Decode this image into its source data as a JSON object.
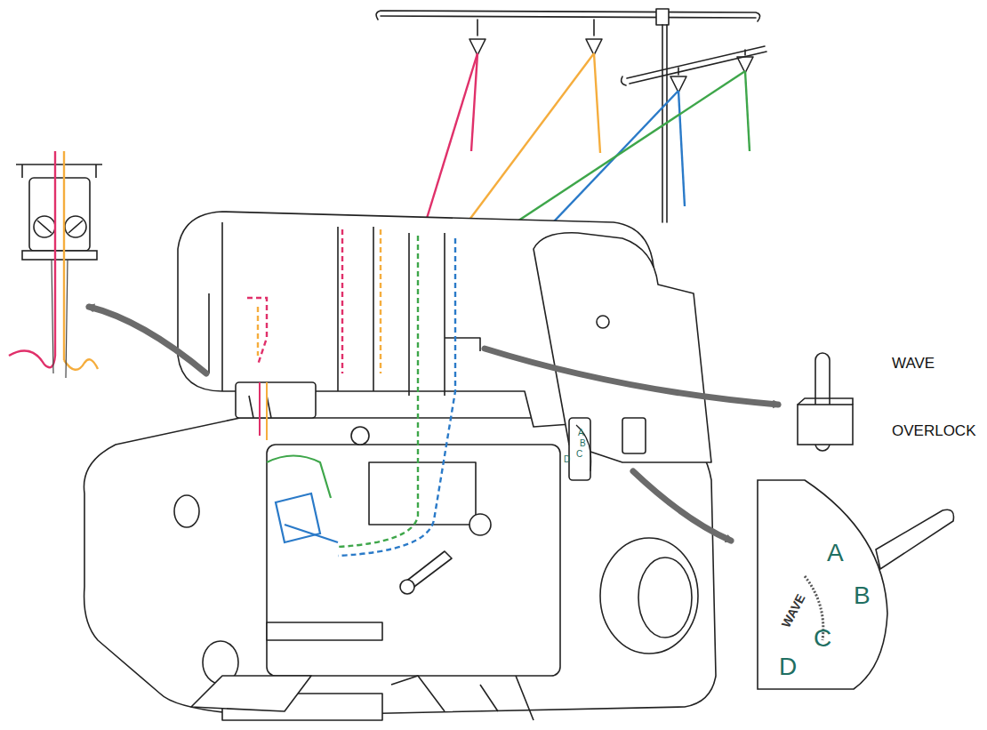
{
  "diagram": {
    "labels": [
      "WAVE",
      "OVERLOCK",
      "A",
      "B",
      "C",
      "D",
      "WAVE",
      "A",
      "B",
      "C",
      "D"
    ]
  }
}
